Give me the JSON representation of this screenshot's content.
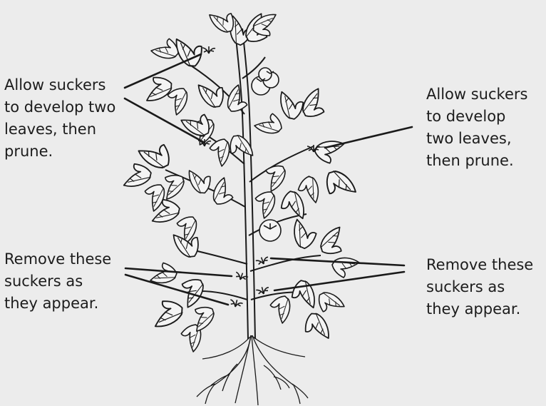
{
  "labels": {
    "top_left": "Allow suckers\nto develop two\nleaves, then\nprune.",
    "top_right": "Allow suckers\nto develop\ntwo leaves,\nthen prune.",
    "bottom_left": "Remove these\nsuckers as\nthey appear.",
    "bottom_right": "Remove these\nsuckers as\nthey appear."
  },
  "colors": {
    "background": "#ececec",
    "line": "#1a1a1a",
    "foliage": "#f4f4f4"
  }
}
